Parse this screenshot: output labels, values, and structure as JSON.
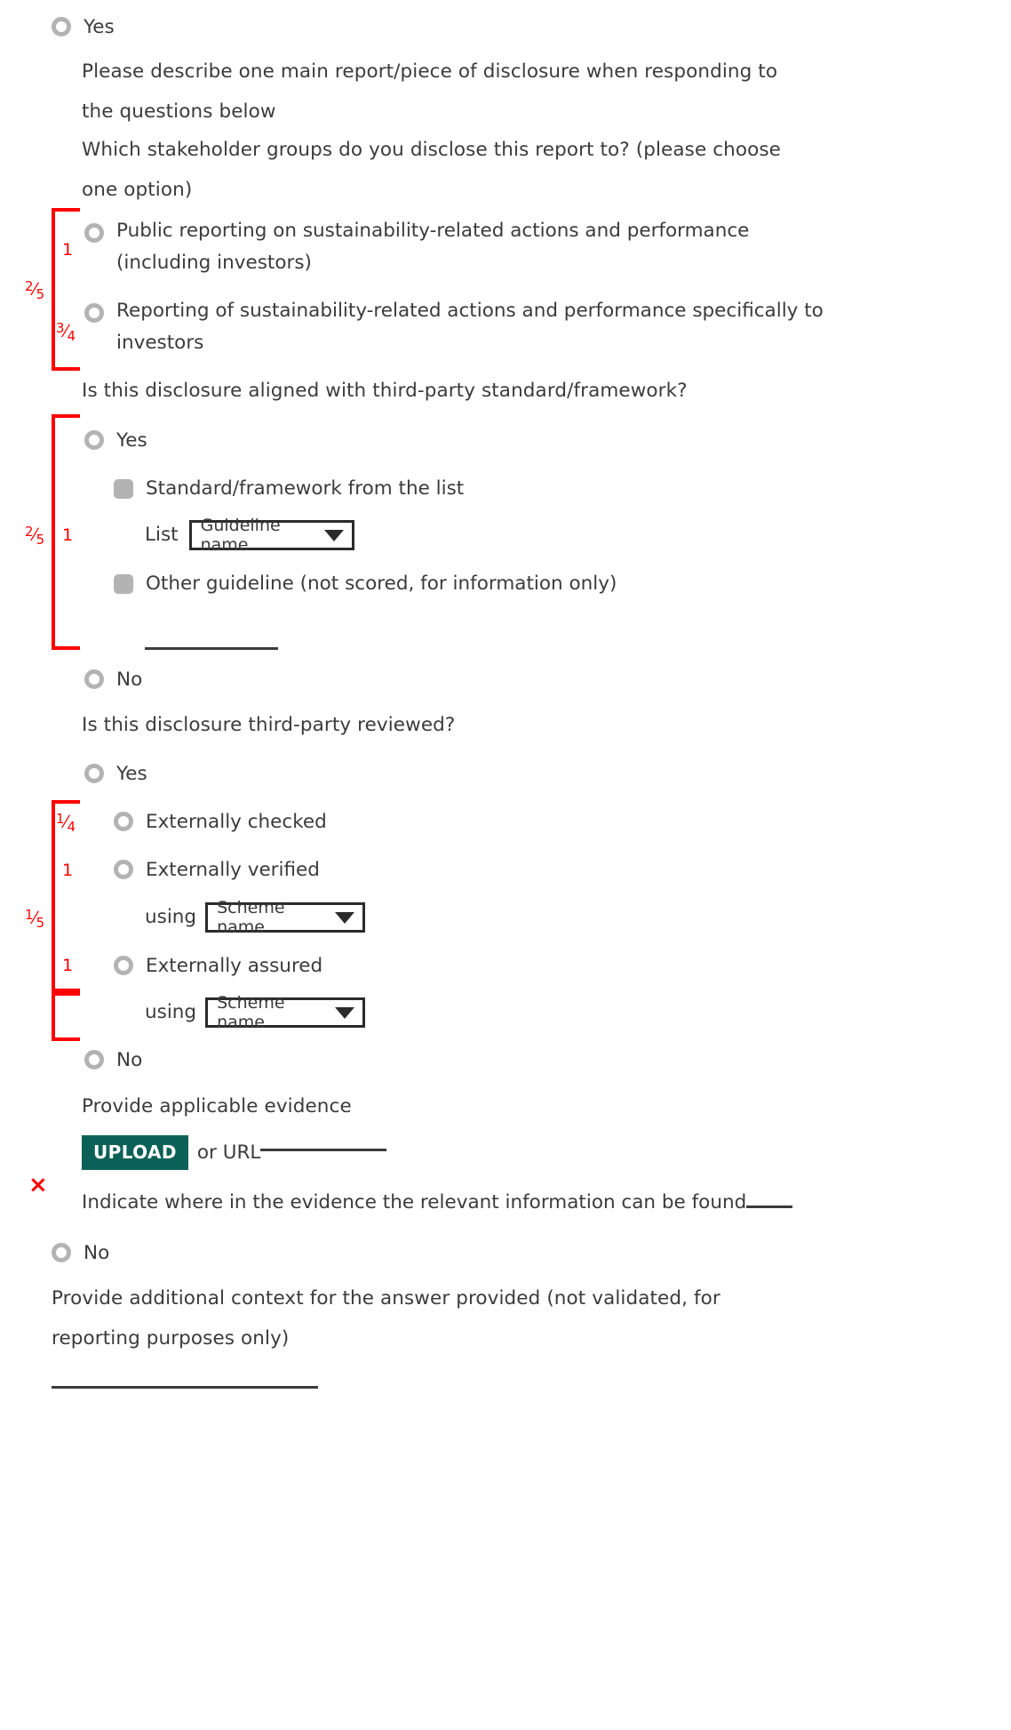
{
  "form": {
    "top_option": {
      "label": "Yes",
      "control": "radio"
    },
    "instruction": "Please describe one main report/piece of disclosure when responding to the questions below",
    "stakeholder_question": "Which stakeholder groups do you disclose this report to? (please choose one option)",
    "stakeholder_options": [
      {
        "label": "Public reporting on sustainability-related actions and performance (including investors)",
        "control": "radio"
      },
      {
        "label": "Reporting of sustainability-related actions and performance specifically to investors",
        "control": "radio"
      }
    ],
    "alignment_question": "Is this disclosure aligned with third-party standard/framework?",
    "alignment_yes": {
      "label": "Yes",
      "control": "radio"
    },
    "alignment_checkbox_list": {
      "label": "Standard/framework from the list",
      "control": "checkbox"
    },
    "list_label": "List",
    "list_select_value": "Guideline name",
    "alignment_checkbox_other": {
      "label": "Other guideline (not scored, for information only)",
      "control": "checkbox"
    },
    "other_guideline_blank": "",
    "alignment_no": {
      "label": "No",
      "control": "radio"
    },
    "review_question": "Is this disclosure third-party reviewed?",
    "review_yes": {
      "label": "Yes",
      "control": "radio"
    },
    "review_options": [
      {
        "label": "Externally checked",
        "control": "radio"
      },
      {
        "label": "Externally verified",
        "control": "radio"
      },
      {
        "label": "Externally assured",
        "control": "radio"
      }
    ],
    "using_label_1": "using",
    "scheme_select_value_1": "Scheme name",
    "using_label_2": "using",
    "scheme_select_value_2": "Scheme name",
    "review_no": {
      "label": "No",
      "control": "radio"
    },
    "evidence_prompt": "Provide applicable evidence",
    "upload_button": "UPLOAD",
    "or_url_label": "or URL",
    "url_blank": "",
    "indicate_label": "Indicate where in the evidence the relevant information can be found",
    "indicate_blank": "",
    "bottom_no": {
      "label": "No",
      "control": "radio"
    },
    "additional_context": "Provide additional context for the answer provided (not validated, for reporting purposes only)",
    "additional_context_blank": ""
  },
  "annotations": {
    "color": "#ff0000",
    "accent_upload": "#0b6157",
    "stakeholder_group": {
      "weight": "2/5",
      "numerator": "2",
      "denominator": "5"
    },
    "stakeholder_item_1": {
      "weight": "1"
    },
    "stakeholder_item_2": {
      "weight": "3/4",
      "numerator": "3",
      "denominator": "4"
    },
    "alignment_group": {
      "weight": "2/5",
      "numerator": "2",
      "denominator": "5"
    },
    "alignment_item": {
      "weight": "1"
    },
    "review_group": {
      "weight": "1/5",
      "numerator": "1",
      "denominator": "5"
    },
    "review_item_checked": {
      "weight": "1/4",
      "numerator": "1",
      "denominator": "4"
    },
    "review_item_verified": {
      "weight": "1"
    },
    "review_item_assured": {
      "weight": "1"
    },
    "evidence_mark": "×"
  }
}
